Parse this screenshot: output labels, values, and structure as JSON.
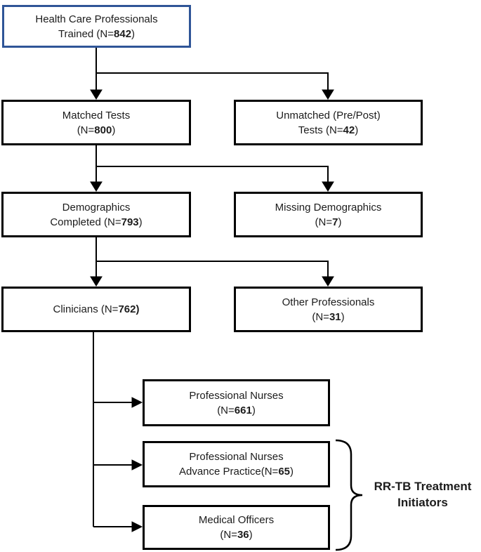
{
  "boxes": {
    "trained": {
      "line1": "Health Care Professionals",
      "line2_pre": "Trained (N=",
      "n": "842",
      "line2_post": ")"
    },
    "matched": {
      "line1": "Matched Tests",
      "line2_pre": "(N=",
      "n": "800",
      "line2_post": ")"
    },
    "unmatched": {
      "line1": "Unmatched (Pre/Post)",
      "line2_pre": "Tests (N=",
      "n": "42",
      "line2_post": ")"
    },
    "demographics": {
      "line1": "Demographics",
      "line2_pre": "Completed (N=",
      "n": "793",
      "line2_post": ")"
    },
    "missing": {
      "line1": "Missing Demographics",
      "line2_pre": "(N=",
      "n": "7",
      "line2_post": ")"
    },
    "clinicians": {
      "line1_pre": "Clinicians (N=",
      "n": "762)",
      "line1_post": ""
    },
    "other": {
      "line1": "Other Professionals",
      "line2_pre": "(N=",
      "n": "31",
      "line2_post": ")"
    },
    "nurses": {
      "line1": "Professional Nurses",
      "line2_pre": "(N=",
      "n": "661",
      "line2_post": ")"
    },
    "advance": {
      "line1": "Professional Nurses",
      "line2_pre": "Advance Practice(N=",
      "n": "65",
      "line2_post": ")"
    },
    "medical": {
      "line1": "Medical Officers",
      "line2_pre": "(N=",
      "n": "36",
      "line2_post": ")"
    }
  },
  "bracket_label": {
    "line1": "RR-TB Treatment",
    "line2": "Initiators"
  },
  "colors": {
    "highlight_border": "#2F5597",
    "box_border": "#000000",
    "connector": "#000000"
  }
}
